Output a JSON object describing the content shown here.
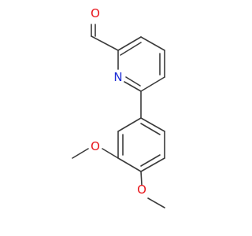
{
  "molecule": {
    "colors": {
      "bond": "#3b3b3b",
      "oxygen": "#e8151b",
      "nitrogen": "#1b2bd6",
      "background": "#ffffff"
    },
    "labels": {
      "aldehyde_oxygen": "O",
      "ring_nitrogen": "N",
      "methoxy_oxygen_upper": "O",
      "methoxy_oxygen_lower": "O"
    }
  }
}
